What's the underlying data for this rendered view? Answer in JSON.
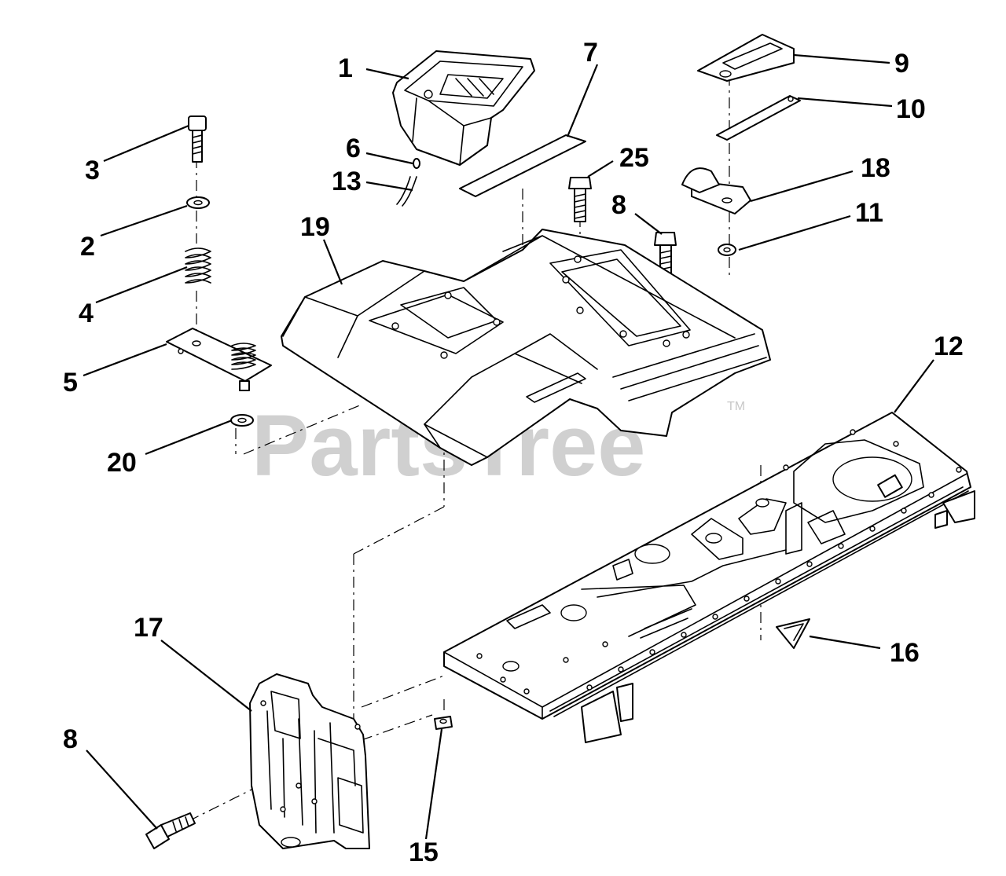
{
  "watermark": {
    "text": "PartsTree",
    "trademark": "TM"
  },
  "callouts": {
    "c1": "1",
    "c2": "2",
    "c3": "3",
    "c4": "4",
    "c5": "5",
    "c6": "6",
    "c7": "7",
    "c8a": "8",
    "c8b": "8",
    "c9": "9",
    "c10": "10",
    "c11": "11",
    "c12": "12",
    "c13": "13",
    "c15": "15",
    "c16": "16",
    "c17": "17",
    "c18": "18",
    "c19": "19",
    "c20": "20",
    "c25": "25"
  }
}
